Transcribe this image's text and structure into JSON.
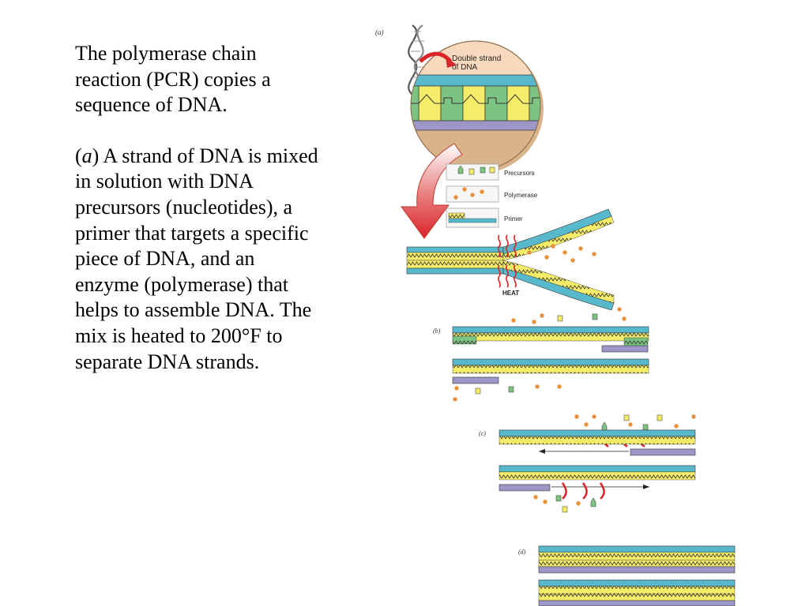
{
  "slide": {
    "intro": "The polymerase chain reaction (PCR) copies a sequence of DNA.",
    "caption_open": "(",
    "caption_letter": "a",
    "caption_rest": ") A strand of DNA is mixed in solution with DNA precursors (nucleotides), a primer that targets a specific piece of DNA, and an enzyme (polymerase) that helps to assemble DNA. The mix is heated to 200°F to separate DNA strands."
  },
  "diagram": {
    "panel_a": "(a)",
    "panel_b": "(b)",
    "panel_c": "(c)",
    "panel_d": "(d)",
    "double_strand_label": "Double strand\nof DNA",
    "legend": {
      "precursors": "Precursors",
      "polymerase": "Polymerase",
      "primer": "Primer"
    },
    "heat_label": "HEAT",
    "colors": {
      "blue_strand": "#58b8cc",
      "yellow_base": "#f5ec6a",
      "green_base": "#7dc483",
      "primer_purple": "#9d97c8",
      "orange_polymerase": "#e8903a",
      "heat_red": "#d9242a",
      "circle_tan": "#d9b48a",
      "circle_peach": "#f8d9bd"
    }
  }
}
